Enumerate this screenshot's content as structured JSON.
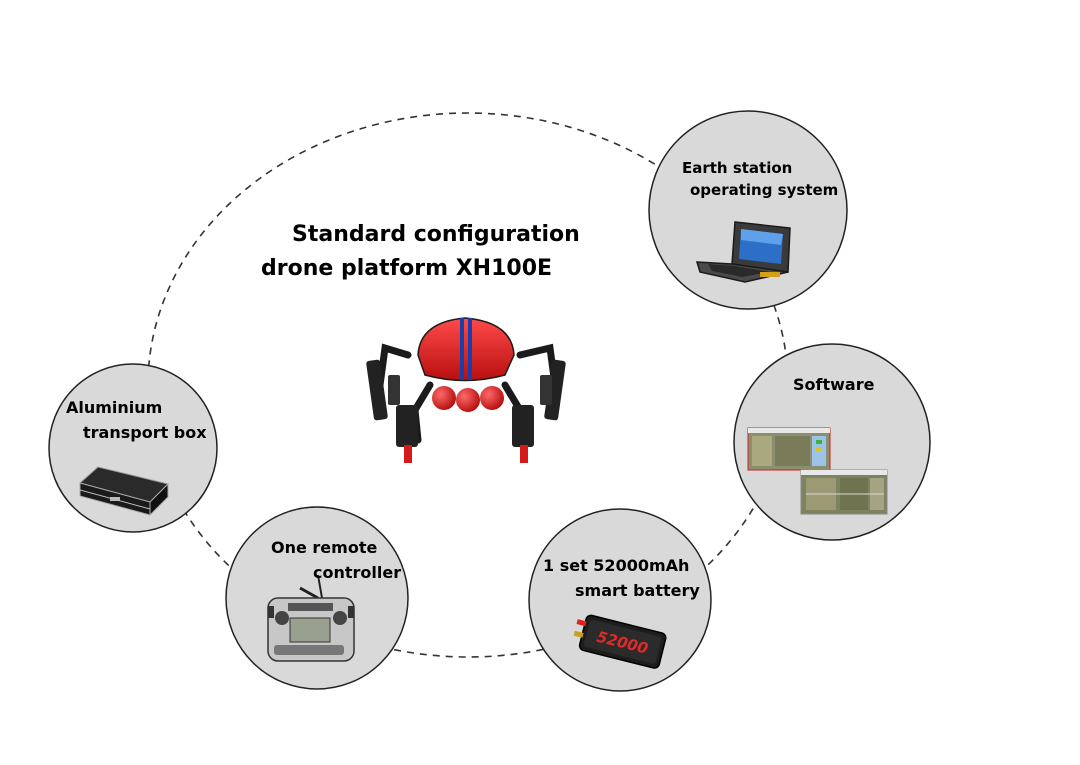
{
  "center": {
    "title_line1": "Standard configuration",
    "title_line2": "drone platform XH100E",
    "image": "red-agricultural-drone"
  },
  "nodes": {
    "earth_station": {
      "line1": "Earth station",
      "line2": "operating system",
      "image": "rugged-laptop-icon"
    },
    "software": {
      "line1": "Software",
      "image": "software-map-screenshots-icon"
    },
    "battery": {
      "line1": "1 set 52000mAh",
      "line2": "smart battery",
      "image": "battery-icon",
      "battery_text": "52000"
    },
    "remote": {
      "line1": "One remote",
      "line2": "controller",
      "image": "remote-controller-icon"
    },
    "transport_box": {
      "line1": "Aluminium",
      "line2": "transport box",
      "image": "transport-case-icon"
    }
  },
  "colors": {
    "node_fill": "#d9d9d9",
    "node_stroke": "#222222",
    "dashed_ring": "#333333",
    "drone_red": "#e01b1b",
    "drone_stripe": "#1a3fa8"
  }
}
